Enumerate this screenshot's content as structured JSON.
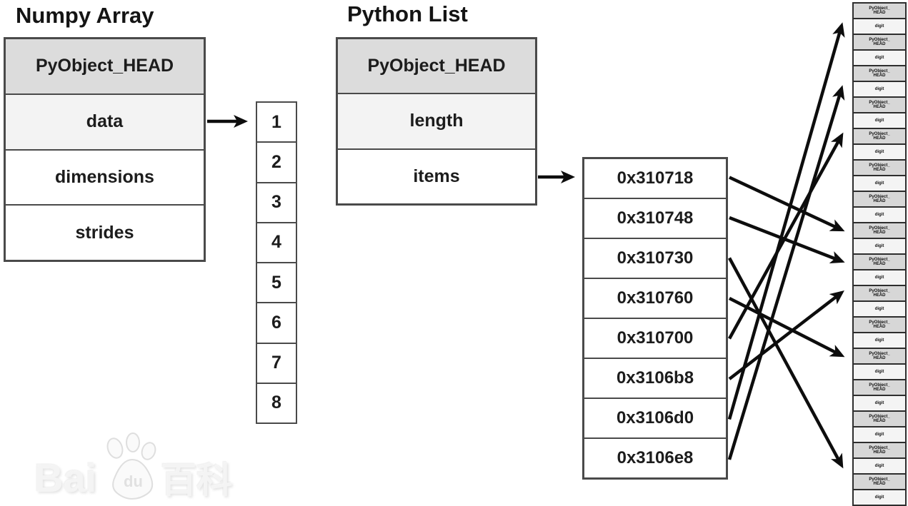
{
  "numpy": {
    "title": "Numpy Array",
    "rows": [
      {
        "label": "PyObject_HEAD",
        "style": "head"
      },
      {
        "label": "data",
        "style": "light"
      },
      {
        "label": "dimensions",
        "style": "white"
      },
      {
        "label": "strides",
        "style": "white"
      }
    ]
  },
  "buffer": {
    "cells": [
      "1",
      "2",
      "3",
      "4",
      "5",
      "6",
      "7",
      "8"
    ]
  },
  "python": {
    "title": "Python List",
    "rows": [
      {
        "label": "PyObject_HEAD",
        "style": "head"
      },
      {
        "label": "length",
        "style": "light"
      },
      {
        "label": "items",
        "style": "white"
      }
    ]
  },
  "pointers": {
    "addresses": [
      "0x310718",
      "0x310748",
      "0x310730",
      "0x310760",
      "0x310700",
      "0x3106b8",
      "0x3106d0",
      "0x3106e8"
    ]
  },
  "objects": {
    "unit_count": 16,
    "head_line1": "PyObject_",
    "head_line2": "HEAD",
    "value_label": "digit"
  },
  "links": [
    {
      "address": "0x310718",
      "to_cell": 14
    },
    {
      "address": "0x310748",
      "to_cell": 16
    },
    {
      "address": "0x310730",
      "to_cell": 29
    },
    {
      "address": "0x310760",
      "to_cell": 22
    },
    {
      "address": "0x310700",
      "to_cell": 8
    },
    {
      "address": "0x3106b8",
      "to_cell": 18
    },
    {
      "address": "0x3106d0",
      "to_cell": 1
    },
    {
      "address": "0x3106e8",
      "to_cell": 5
    }
  ],
  "watermark": {
    "prefix": "Bai",
    "paw_label": "du",
    "suffix": "百科"
  },
  "colors": {
    "arrow": "#0d0d0d",
    "border": "#4a4a4a",
    "head_bg": "#dcdcdc",
    "light_bg": "#f3f3f3"
  }
}
